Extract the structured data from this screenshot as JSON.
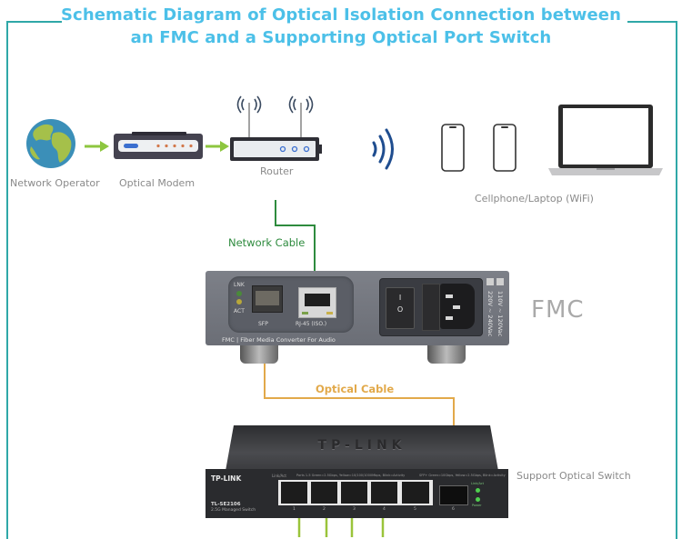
{
  "title": {
    "line1": "Schematic Diagram of Optical Isolation Connection between",
    "line2": "an FMC and a Supporting Optical Port Switch"
  },
  "nodes": {
    "network_operator": {
      "label": "Network Operator",
      "icon": "globe-icon"
    },
    "optical_modem": {
      "label": "Optical Modem",
      "icon": "modem-icon"
    },
    "router": {
      "label": "Router",
      "icon": "router-icon"
    },
    "wifi": {
      "icon": "wifi-signal-icon"
    },
    "clients": {
      "label": "Cellphone/Laptop (WiFi)",
      "icons": [
        "cellphone-icon",
        "cellphone-icon",
        "laptop-icon"
      ]
    },
    "fmc": {
      "label": "FMC",
      "led_link": "LNK",
      "led_act": "ACT",
      "sfp_port": "SFP",
      "rj45_port": "RJ-45 (ISO.)",
      "front_text": "FMC  |  Fiber Media Converter For Audio",
      "voltage_1": "110V ~ 120Vac",
      "voltage_2": "220V ~ 240Vac",
      "switch_on": "I",
      "switch_off": "O"
    },
    "switch": {
      "label": "Support Optical Switch",
      "brand_top": "TP-LINK",
      "brand_front": "TP-LINK",
      "model": "TL-SE2106",
      "subtitle": "2.5G Managed Switch",
      "link_act_label": "Link/Act",
      "ports_legend": "Ports 1-5 Green=2.5Gbps, Yellow=10/100/1000Mbps, Blink=Activity",
      "sfp_legend": "SFP+ Green=10Gbps, Yellow=2.5Gbps, Blink=Activity",
      "port_numbers": [
        "1",
        "2",
        "3",
        "4",
        "5",
        "6"
      ],
      "led_link": "Link/Act",
      "led_power": "Power"
    }
  },
  "connections": {
    "network_cable": {
      "label": "Network Cable",
      "color": "#2e8b3e"
    },
    "optical_cable": {
      "label": "Optical Cable",
      "color": "#e2a94a"
    },
    "flow_arrow_color": "#8dc63f"
  },
  "colors": {
    "title": "#4cc0e8",
    "frame": "#2fa8a8",
    "label_gray": "#8a8a8a"
  }
}
